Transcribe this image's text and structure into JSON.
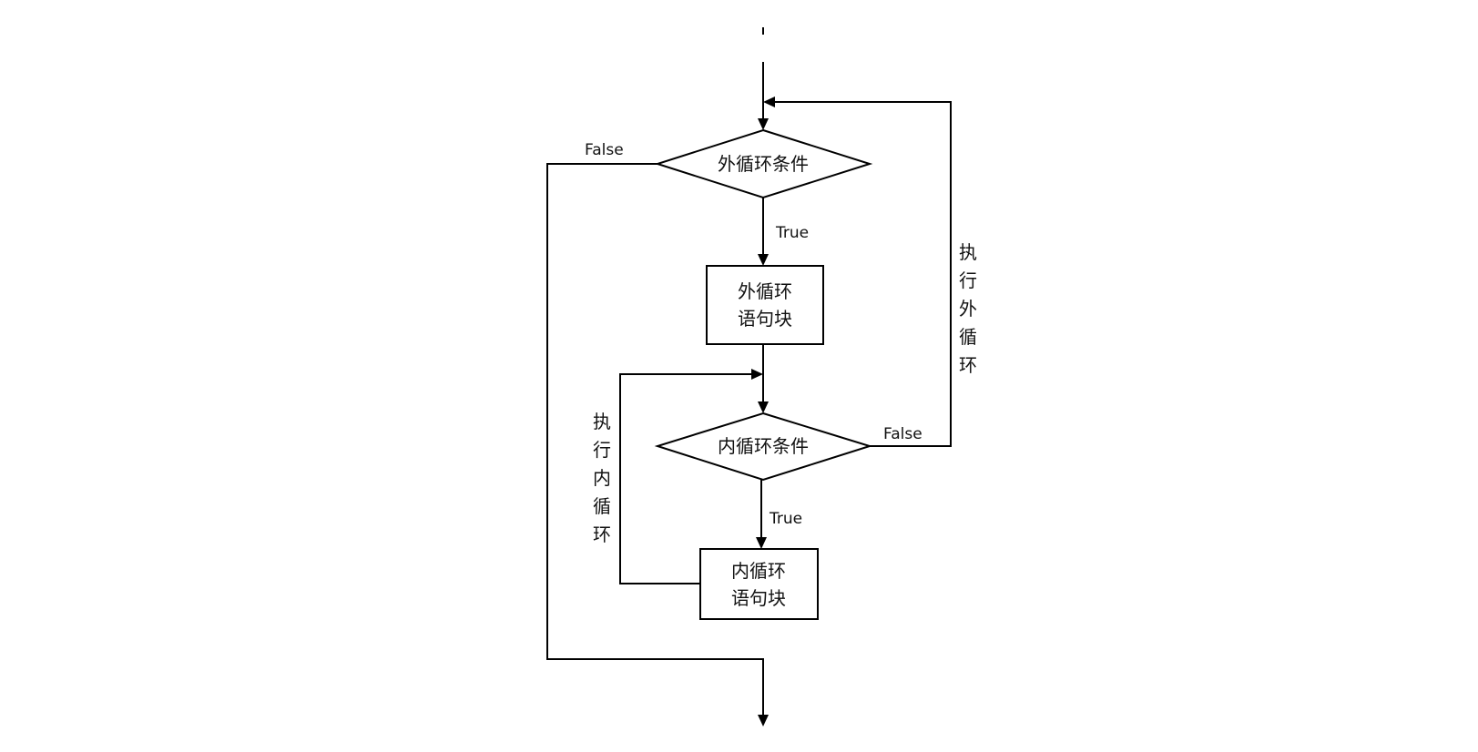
{
  "nodes": {
    "outer_condition": "外循环条件",
    "outer_block": [
      "外循环",
      "语句块"
    ],
    "inner_condition": "内循环条件",
    "inner_block": [
      "内循环",
      "语句块"
    ]
  },
  "edges": {
    "outer_false": "False",
    "outer_true": "True",
    "inner_false": "False",
    "inner_true": "True"
  },
  "side_labels": {
    "outer_loop": [
      "执",
      "行",
      "外",
      "循",
      "环"
    ],
    "inner_loop": [
      "执",
      "行",
      "内",
      "循",
      "环"
    ]
  }
}
